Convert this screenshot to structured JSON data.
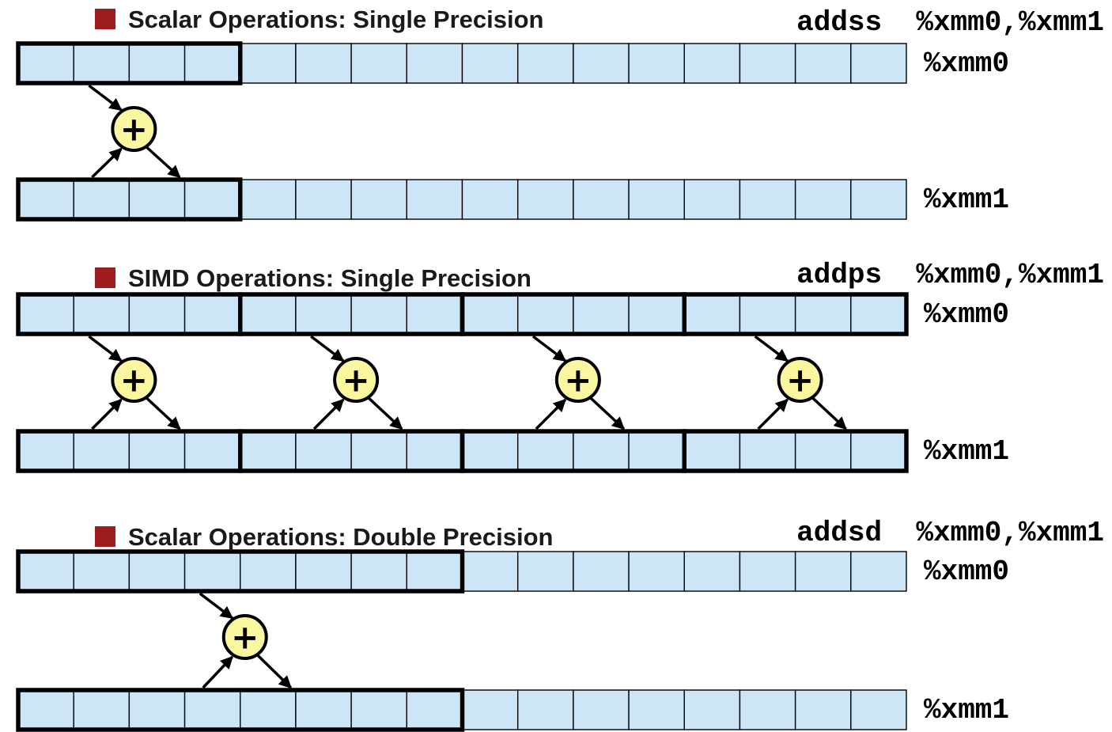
{
  "diagram": {
    "description": "SSE scalar vs SIMD floating-point add operations on XMM registers",
    "register_width_cells": 16,
    "operator": "+",
    "sections": [
      {
        "id": "scalar-single",
        "title": "Scalar Operations: Single Precision",
        "instruction": "addss  %xmm0,%xmm1",
        "operand_cells": 4,
        "num_operations": 1,
        "src_register": "%xmm0",
        "dst_register": "%xmm1"
      },
      {
        "id": "simd-single",
        "title": "SIMD Operations: Single Precision",
        "instruction": "addps  %xmm0,%xmm1",
        "operand_cells": 4,
        "num_operations": 4,
        "src_register": "%xmm0",
        "dst_register": "%xmm1"
      },
      {
        "id": "scalar-double",
        "title": "Scalar Operations: Double Precision",
        "instruction": "addsd  %xmm0,%xmm1",
        "operand_cells": 8,
        "num_operations": 1,
        "src_register": "%xmm0",
        "dst_register": "%xmm1"
      }
    ],
    "colors": {
      "cell_fill": "#cde6f7",
      "cell_border": "#000000",
      "group_border": "#000000",
      "op_circle_fill": "#faf7a0",
      "op_circle_border": "#000000",
      "arrow": "#000000",
      "bullet": "#9e1b1e",
      "title_text": "#1a1a1a",
      "mono_text": "#000000"
    }
  }
}
